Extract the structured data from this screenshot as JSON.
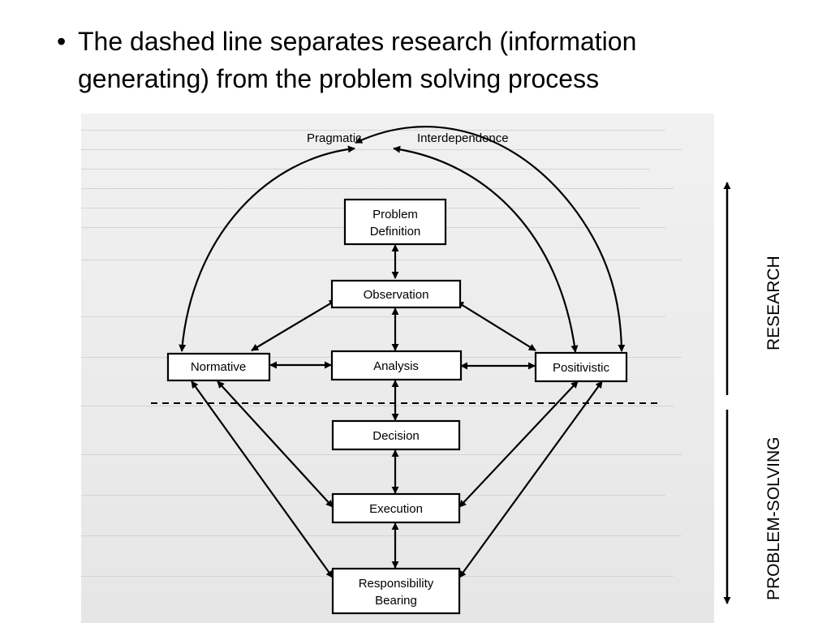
{
  "slide": {
    "bullet_lines": [
      "The dashed line separates research (information",
      "generating) from the problem solving process"
    ]
  },
  "diagram": {
    "top_labels": {
      "pragmatic": "Pragmatic",
      "interdependence": "Interdependence"
    },
    "nodes": {
      "problem_definition": [
        "Problem",
        "Definition"
      ],
      "observation": "Observation",
      "analysis": "Analysis",
      "normative": "Normative",
      "positivistic": "Positivistic",
      "decision": "Decision",
      "execution": "Execution",
      "responsibility_bearing": [
        "Responsibility",
        "Bearing"
      ]
    },
    "side_labels": {
      "research": "RESEARCH",
      "problem_solving": "PROBLEM-SOLVING"
    }
  }
}
